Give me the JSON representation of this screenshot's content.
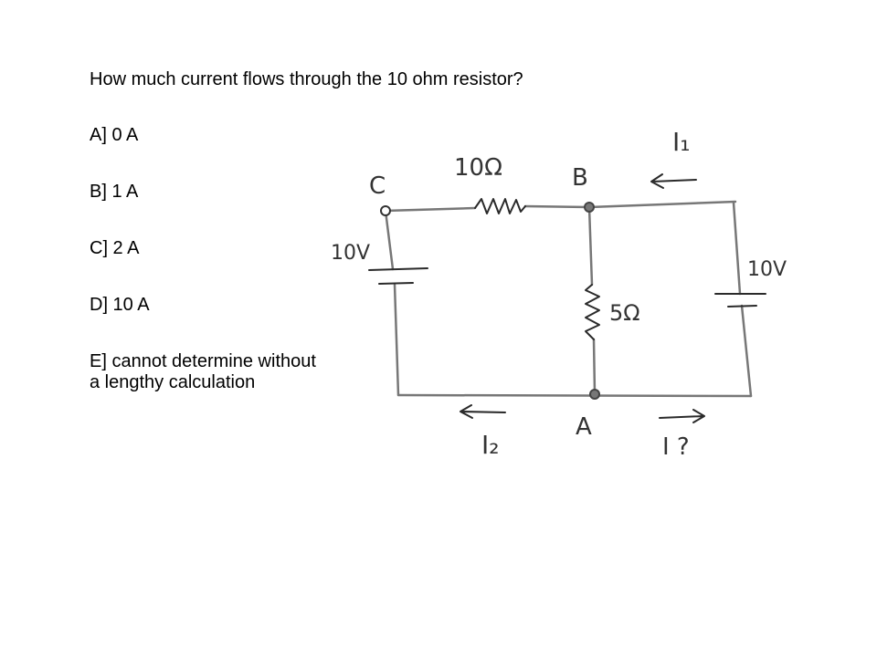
{
  "question": "How much current flows through the 10 ohm resistor?",
  "options": [
    "A] 0 A",
    "B] 1 A",
    "C] 2 A",
    "D] 10 A",
    "E] cannot determine without a lengthy calculation"
  ],
  "circuit": {
    "node_c": "C",
    "node_b": "B",
    "node_a": "A",
    "resistor_top": "10Ω",
    "resistor_mid": "5Ω",
    "battery_left": "10V",
    "battery_right": "10V",
    "current_1": "I₁",
    "current_2": "I₂",
    "current_unknown": "I ?"
  }
}
